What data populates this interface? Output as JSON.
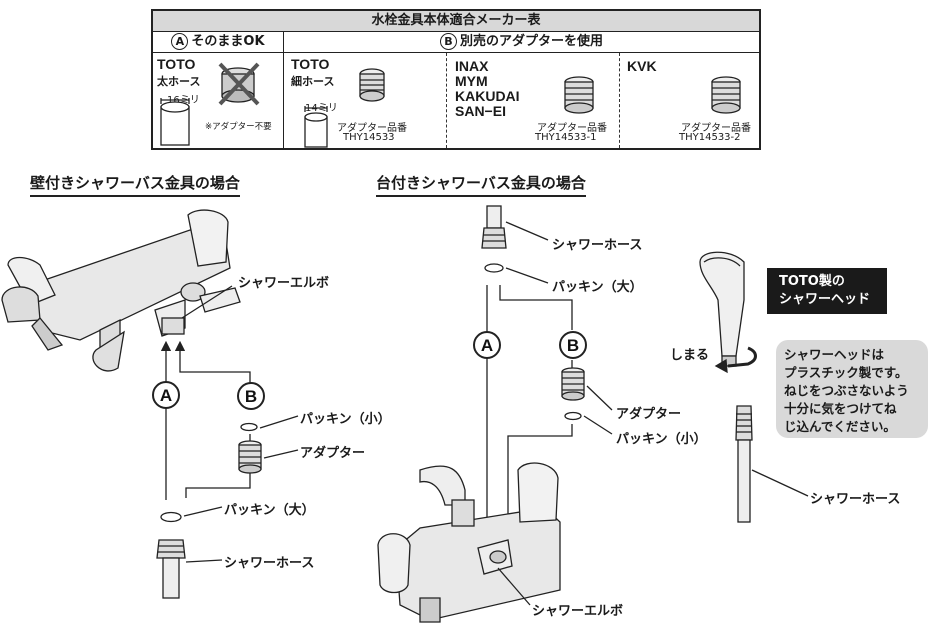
{
  "table": {
    "title": "水栓金具本体適合メーカー表",
    "col_a_label": "そのままOK",
    "col_b_label": "別売のアダプターを使用",
    "col_a": {
      "maker": "TOTO",
      "hose": "太ホース",
      "size": "16ミリ",
      "note": "※アダプター不要"
    },
    "col_b1": {
      "maker": "TOTO",
      "hose": "細ホース",
      "size": "14ミリ",
      "part_label": "アダプター品番",
      "part_no": "THY14533"
    },
    "col_b2": {
      "makers": [
        "INAX",
        "MYM",
        "KAKUDAI",
        "SAN−EI"
      ],
      "part_label": "アダプター品番",
      "part_no": "THY14533-1"
    },
    "col_b3": {
      "maker": "KVK",
      "part_label": "アダプター品番",
      "part_no": "THY14533-2"
    }
  },
  "markers": {
    "a": "A",
    "b": "B"
  },
  "wall": {
    "heading": "壁付きシャワーバス金具の場合",
    "elbow": "シャワーエルボ",
    "packing_small": "パッキン（小）",
    "adapter": "アダプター",
    "packing_large": "パッキン（大）",
    "hose": "シャワーホース"
  },
  "deck": {
    "heading": "台付きシャワーバス金具の場合",
    "hose": "シャワーホース",
    "packing_large": "パッキン（大）",
    "adapter": "アダプター",
    "packing_small": "パッキン（小）",
    "elbow": "シャワーエルボ"
  },
  "head": {
    "box_lines": [
      "TOTO製の",
      "シャワーヘッド"
    ],
    "tighten": "しまる",
    "note_lines": [
      "シャワーヘッドは",
      "プラスチック製です。",
      "ねじをつぶさないよう",
      "十分に気をつけてね",
      "じ込んでください。"
    ],
    "hose": "シャワーホース"
  }
}
